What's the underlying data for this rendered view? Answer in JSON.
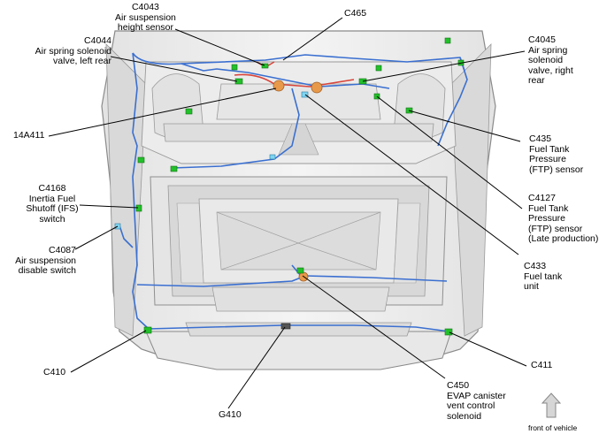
{
  "callouts": {
    "c4043": {
      "lines": [
        "C4043",
        "Air suspension",
        "height sensor"
      ]
    },
    "c465": {
      "lines": [
        "C465"
      ]
    },
    "c4044": {
      "lines": [
        "C4044",
        "Air spring solenoid",
        "valve, left rear"
      ]
    },
    "c4045": {
      "lines": [
        "C4045",
        "Air spring",
        "solenoid",
        "valve, right",
        "rear"
      ]
    },
    "c14a411": {
      "lines": [
        "14A411"
      ]
    },
    "c435": {
      "lines": [
        "C435",
        "Fuel Tank",
        "Pressure",
        "(FTP) sensor"
      ]
    },
    "c4168": {
      "lines": [
        "C4168",
        "Inertia Fuel",
        "Shutoff (IFS)",
        "switch"
      ]
    },
    "c4127": {
      "lines": [
        "C4127",
        "Fuel Tank",
        "Pressure",
        "(FTP) sensor",
        "(Late production)"
      ]
    },
    "c4087": {
      "lines": [
        "C4087",
        "Air suspension",
        "disable switch"
      ]
    },
    "c433": {
      "lines": [
        "C433",
        "Fuel tank",
        "unit"
      ]
    },
    "c410": {
      "lines": [
        "C410"
      ]
    },
    "c411": {
      "lines": [
        "C411"
      ]
    },
    "c450": {
      "lines": [
        "C450",
        "EVAP canister",
        "vent control",
        "solenoid"
      ]
    },
    "g410": {
      "lines": [
        "G410"
      ]
    }
  },
  "orientation": {
    "label": "front of vehicle"
  },
  "colors": {
    "harness": "#3a6fd0",
    "connector": "#22c02a",
    "orange": "#e89a4a",
    "redwire": "#d9443a",
    "body_outline": "#777777",
    "body_fill": "#eeeeee"
  }
}
